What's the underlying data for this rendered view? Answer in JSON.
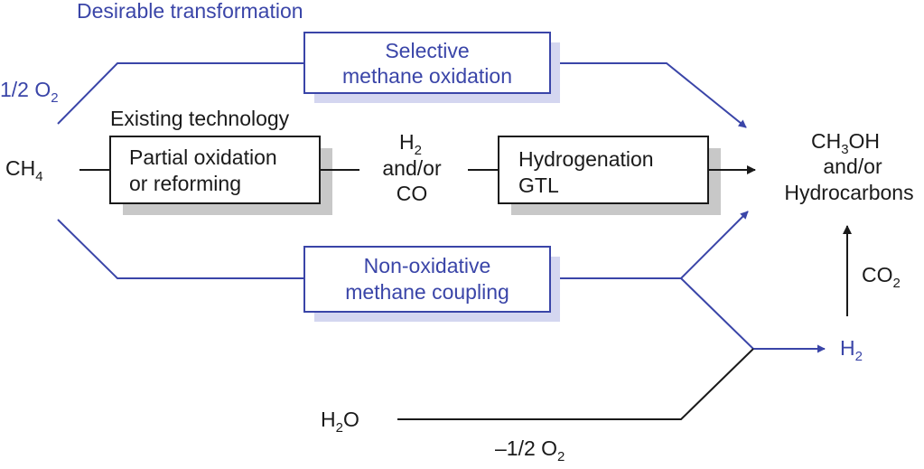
{
  "colors": {
    "accent_blue": "#3a45a8",
    "shadow_blue": "#d4d6f0",
    "shadow_gray": "#c8c8c8",
    "line_black": "#1a1a1a"
  },
  "header": {
    "desirable_transformation": "Desirable transformation",
    "existing_technology": "Existing technology"
  },
  "inputs": {
    "half_o2_base": "1/2 O",
    "half_o2_sub": "2",
    "ch4_base": "CH",
    "ch4_sub": "4",
    "h2o_base": "H",
    "h2o_sub": "2",
    "h2o_tail": "O",
    "minus_half_o2_base": "–1/2 O",
    "minus_half_o2_sub": "2"
  },
  "boxes": {
    "selective_line1": "Selective",
    "selective_line2": "methane oxidation",
    "partial_line1": "Partial oxidation",
    "partial_line2": "or reforming",
    "hydrogenation_line1": "Hydrogenation",
    "hydrogenation_line2": "GTL",
    "nonoxidative_line1": "Non-oxidative",
    "nonoxidative_line2": "methane coupling"
  },
  "intermediate": {
    "h2_base": "H",
    "h2_sub": "2",
    "andor": "and/or",
    "co": "CO"
  },
  "products": {
    "ch3oh_a": "CH",
    "ch3oh_sub": "3",
    "ch3oh_b": "OH",
    "andor": "and/or",
    "hydrocarbons": "Hydrocarbons"
  },
  "side": {
    "co2_base": "CO",
    "co2_sub": "2",
    "h2_out_base": "H",
    "h2_out_sub": "2"
  }
}
